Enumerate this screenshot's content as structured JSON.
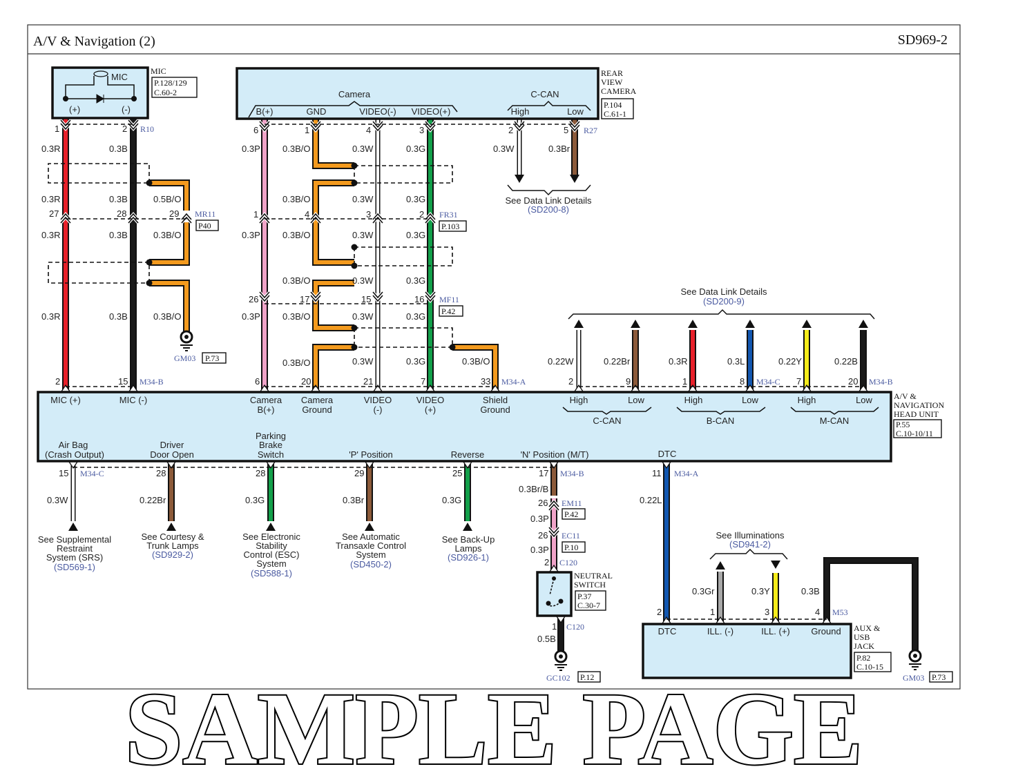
{
  "header": {
    "title": "A/V & Navigation (2)",
    "page_id": "SD969-2"
  },
  "watermark": "SAMPLE PAGE",
  "colors": {
    "red": "#e8202a",
    "black": "#1a1a1a",
    "orange": "#f39a1e",
    "pink": "#f0a3c8",
    "white": "#ffffff",
    "green": "#12a04a",
    "brown": "#8c5a3a",
    "blue": "#1257b0",
    "yellow": "#f5ec1a",
    "gray": "#a8a8a8",
    "box": "#d3ecf8",
    "link": "#4a5aa0"
  },
  "mic": {
    "name": "MIC",
    "ref1": "P.128/129",
    "ref2": "C.60-2",
    "inner": "MIC",
    "plus": "(+)",
    "minus": "(-)"
  },
  "camera": {
    "name1": "REAR",
    "name2": "VIEW",
    "name3": "CAMERA",
    "ref1": "P.104",
    "ref2": "C.61-1",
    "group": "Camera",
    "pins": [
      "B(+)",
      "GND",
      "VIDEO(-)",
      "VIDEO(+)"
    ],
    "can_group": "C-CAN",
    "can_pins": [
      "High",
      "Low"
    ],
    "see": "See Data Link Details",
    "see_ref": "(SD200-8)"
  },
  "mic_wires": {
    "red": [
      "0.3R",
      "0.3R",
      "0.3R",
      "0.3R"
    ],
    "black": [
      "0.3B",
      "0.3B",
      "0.3B",
      "0.3B"
    ],
    "orange": [
      "0.5B/O",
      "0.3B/O",
      "0.3B/O"
    ],
    "pins": [
      "1",
      "2",
      "27",
      "28",
      "29",
      "2",
      "15"
    ],
    "conn": [
      "R10",
      "MR11",
      "M34-B"
    ],
    "conn_ref": "P40",
    "ground": "GM03",
    "ground_ref": "P.73"
  },
  "cam_wires": {
    "pink": [
      "0.3P",
      "0.3P",
      "0.3P"
    ],
    "orange": [
      "0.3B/O",
      "0.3B/O",
      "0.3B/O",
      "0.3B/O",
      "0.3B/O",
      "0.3B/O"
    ],
    "white": [
      "0.3W",
      "0.3W",
      "0.3W",
      "0.3W",
      "0.3W",
      "0.3W"
    ],
    "green": [
      "0.3G",
      "0.3G",
      "0.3G",
      "0.3G",
      "0.3G",
      "0.3G"
    ],
    "shield": "0.3B/O",
    "can": [
      "0.3W",
      "0.3Br"
    ],
    "pins_top": [
      "6",
      "1",
      "4",
      "3",
      "2",
      "5"
    ],
    "pins_fr31": [
      "1",
      "4",
      "3",
      "2"
    ],
    "pins_mf11": [
      "26",
      "17",
      "15",
      "16"
    ],
    "pins_m34a": [
      "6",
      "20",
      "21",
      "7",
      "33"
    ],
    "conn": [
      "R27",
      "FR31",
      "MF11",
      "M34-A"
    ],
    "conn_refs": [
      "P.103",
      "P.42"
    ]
  },
  "head_unit": {
    "name1": "A/V &",
    "name2": "NAVIGATION",
    "name3": "HEAD UNIT",
    "ref1": "P.55",
    "ref2": "C.10-10/11",
    "top_pins": [
      [
        "MIC (+)"
      ],
      [
        "MIC (-)"
      ],
      [
        "Camera",
        "B(+)"
      ],
      [
        "Camera",
        "Ground"
      ],
      [
        "VIDEO",
        "(-)"
      ],
      [
        "VIDEO",
        "(+)"
      ],
      [
        "Shield",
        "Ground"
      ]
    ],
    "can_pins": [
      "High",
      "Low",
      "High",
      "Low",
      "High",
      "Low"
    ],
    "can_groups": [
      "C-CAN",
      "B-CAN",
      "M-CAN"
    ],
    "bottom_pins": [
      [
        "Air Bag",
        "(Crash Output)"
      ],
      [
        "Driver",
        "Door Open"
      ],
      [
        "Parking",
        "Brake",
        "Switch"
      ],
      [
        "'P' Position"
      ],
      [
        "Reverse"
      ],
      [
        "'N' Position (M/T)"
      ],
      [
        "DTC"
      ]
    ]
  },
  "data_link": {
    "see": "See Data Link Details",
    "see_ref": "(SD200-9)",
    "wires": [
      "0.22W",
      "0.22Br",
      "0.3R",
      "0.3L",
      "0.22Y",
      "0.22B"
    ],
    "pins": [
      "2",
      "9",
      "1",
      "8",
      "7",
      "20"
    ],
    "conn": [
      "M34-C",
      "M34-B"
    ]
  },
  "bottom": {
    "wires": [
      "0.3W",
      "0.22Br",
      "0.3G",
      "0.3Br",
      "0.3G"
    ],
    "pins": [
      "15",
      "28",
      "28",
      "29",
      "25"
    ],
    "conn": "M34-C",
    "refs": [
      {
        "lines": [
          "See Supplemental",
          "Restraint",
          "System (SRS)"
        ],
        "ref": "(SD569-1)"
      },
      {
        "lines": [
          "See Courtesy &",
          "Trunk Lamps"
        ],
        "ref": "(SD929-2)"
      },
      {
        "lines": [
          "See Electronic",
          "Stability",
          "Control (ESC)",
          "System"
        ],
        "ref": "(SD588-1)"
      },
      {
        "lines": [
          "See Automatic",
          "Transaxle Control",
          "System"
        ],
        "ref": "(SD450-2)"
      },
      {
        "lines": [
          "See Back-Up",
          "Lamps"
        ],
        "ref": "(SD926-1)"
      }
    ]
  },
  "neutral": {
    "pins": [
      "17",
      "26",
      "26",
      "2",
      "1"
    ],
    "wires": [
      "0.3Br/B",
      "0.3P",
      "0.3P",
      "0.5B"
    ],
    "conn": [
      "M34-B",
      "EM11",
      "EC11",
      "C120",
      "C120"
    ],
    "conn_refs": [
      "P.42",
      "P.10"
    ],
    "name1": "NEUTRAL",
    "name2": "SWITCH",
    "ref1": "P.37",
    "ref2": "C.30-7",
    "ground": "GC102",
    "ground_ref": "P.12"
  },
  "dtc": {
    "pin": "11",
    "conn": "M34-A",
    "wire": "0.22L"
  },
  "aux": {
    "name1": "AUX &",
    "name2": "USB",
    "name3": "JACK",
    "ref1": "P.82",
    "ref2": "C.10-15",
    "pins_labels": [
      "DTC",
      "ILL. (-)",
      "ILL. (+)",
      "Ground"
    ],
    "pins": [
      "2",
      "1",
      "3",
      "4"
    ],
    "conn": "M53",
    "wires": [
      "0.3Gr",
      "0.3Y",
      "0.3B"
    ],
    "see": "See Illuminations",
    "see_ref": "(SD941-2)",
    "ground": "GM03",
    "ground_ref": "P.73"
  }
}
